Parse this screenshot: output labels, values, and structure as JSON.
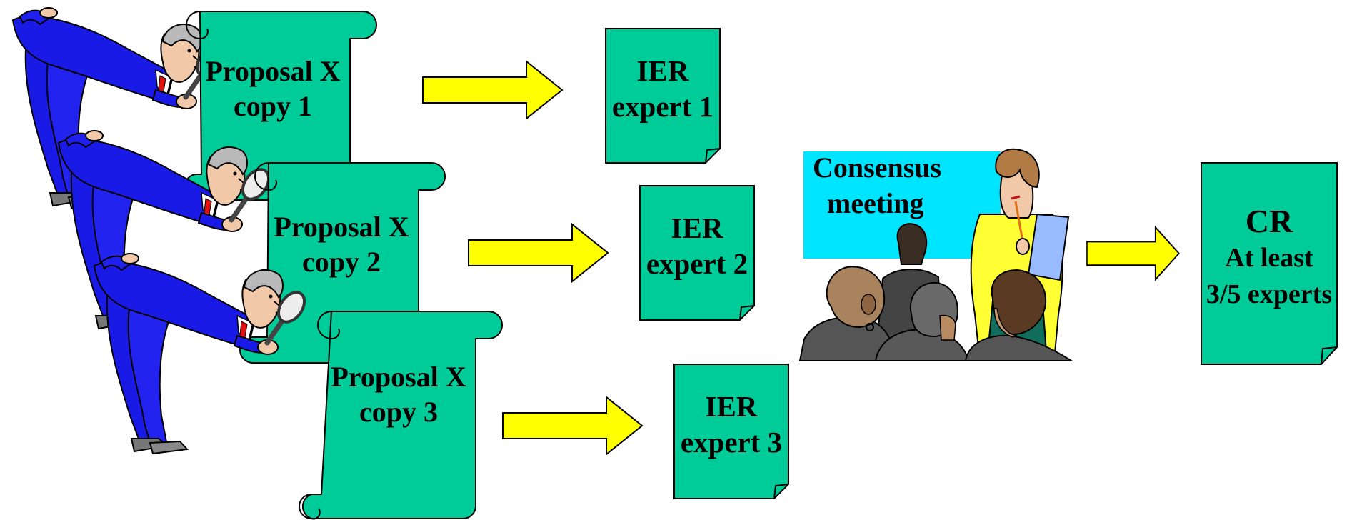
{
  "diagram": {
    "proposal_copies": [
      {
        "title": "Proposal X",
        "sub": "copy 1"
      },
      {
        "title": "Proposal X",
        "sub": "copy 2"
      },
      {
        "title": "Proposal X",
        "sub": "copy 3"
      }
    ],
    "ier_reports": [
      {
        "title": "IER",
        "sub": "expert 1"
      },
      {
        "title": "IER",
        "sub": "expert 2"
      },
      {
        "title": "IER",
        "sub": "expert 3"
      }
    ],
    "consensus": {
      "line1": "Consensus",
      "line2": "meeting"
    },
    "cr": {
      "line1": "CR",
      "line2": "At least",
      "line3": "3/5 experts"
    },
    "colors": {
      "document_green": "#00CC99",
      "arrow_yellow": "#FFFF00",
      "board_cyan": "#00E5FF",
      "suit_blue": "#1A1AE6"
    }
  }
}
